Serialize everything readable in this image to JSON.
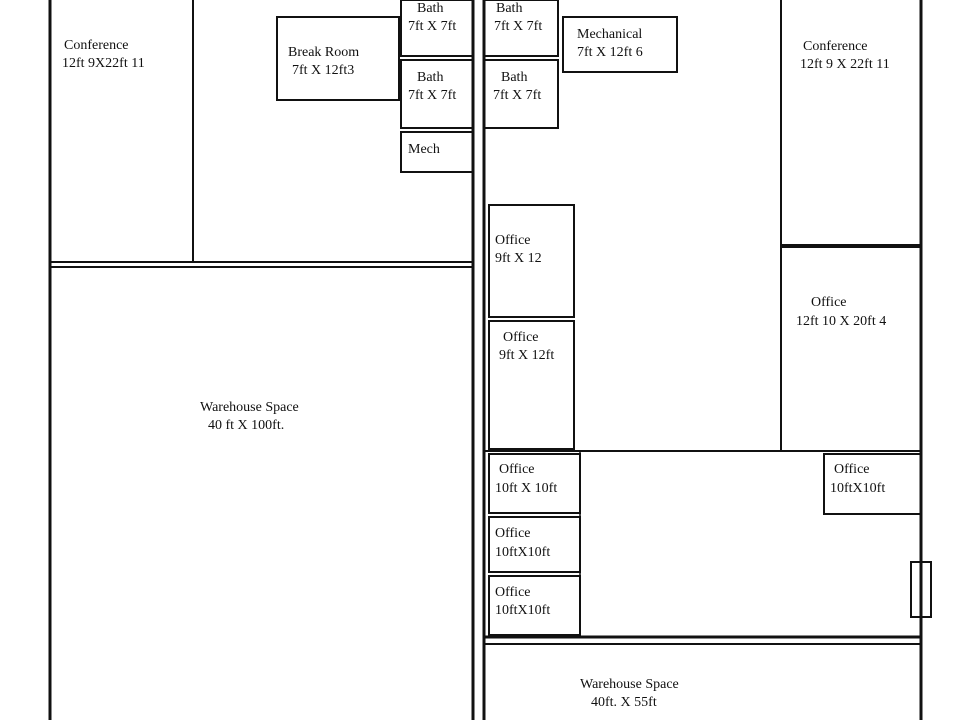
{
  "rooms": {
    "conference_left": {
      "name": "Conference",
      "dims": "12ft 9X22ft 11"
    },
    "break_room": {
      "name": "Break Room",
      "dims": "7ft X 12ft3"
    },
    "bath_1": {
      "name": "Bath",
      "dims": "7ft X 7ft"
    },
    "bath_2": {
      "name": "Bath",
      "dims": "7ft X 7ft"
    },
    "bath_3": {
      "name": "Bath",
      "dims": "7ft X 7ft"
    },
    "bath_4": {
      "name": "Bath",
      "dims": "7ft X 7ft"
    },
    "mech": {
      "name": "Mech"
    },
    "mechanical": {
      "name": "Mechanical",
      "dims": "7ft X 12ft 6"
    },
    "conference_right": {
      "name": "Conference",
      "dims": "12ft 9 X  22ft 11"
    },
    "office_1": {
      "name": "Office",
      "dims": "9ft X 12"
    },
    "office_2": {
      "name": "Office",
      "dims": "9ft X 12ft"
    },
    "office_large": {
      "name": "Office",
      "dims": "12ft 10 X 20ft 4"
    },
    "office_3": {
      "name": "Office",
      "dims": "10ft X 10ft"
    },
    "office_4": {
      "name": "Office",
      "dims": "10ftX10ft"
    },
    "office_5": {
      "name": "Office",
      "dims": "10ftX10ft"
    },
    "office_right": {
      "name": "Office",
      "dims": "10ftX10ft"
    },
    "warehouse_left": {
      "name": "Warehouse Space",
      "dims": "40 ft X 100ft."
    },
    "warehouse_bottom": {
      "name": "Warehouse Space",
      "dims": "40ft. X  55ft"
    }
  }
}
